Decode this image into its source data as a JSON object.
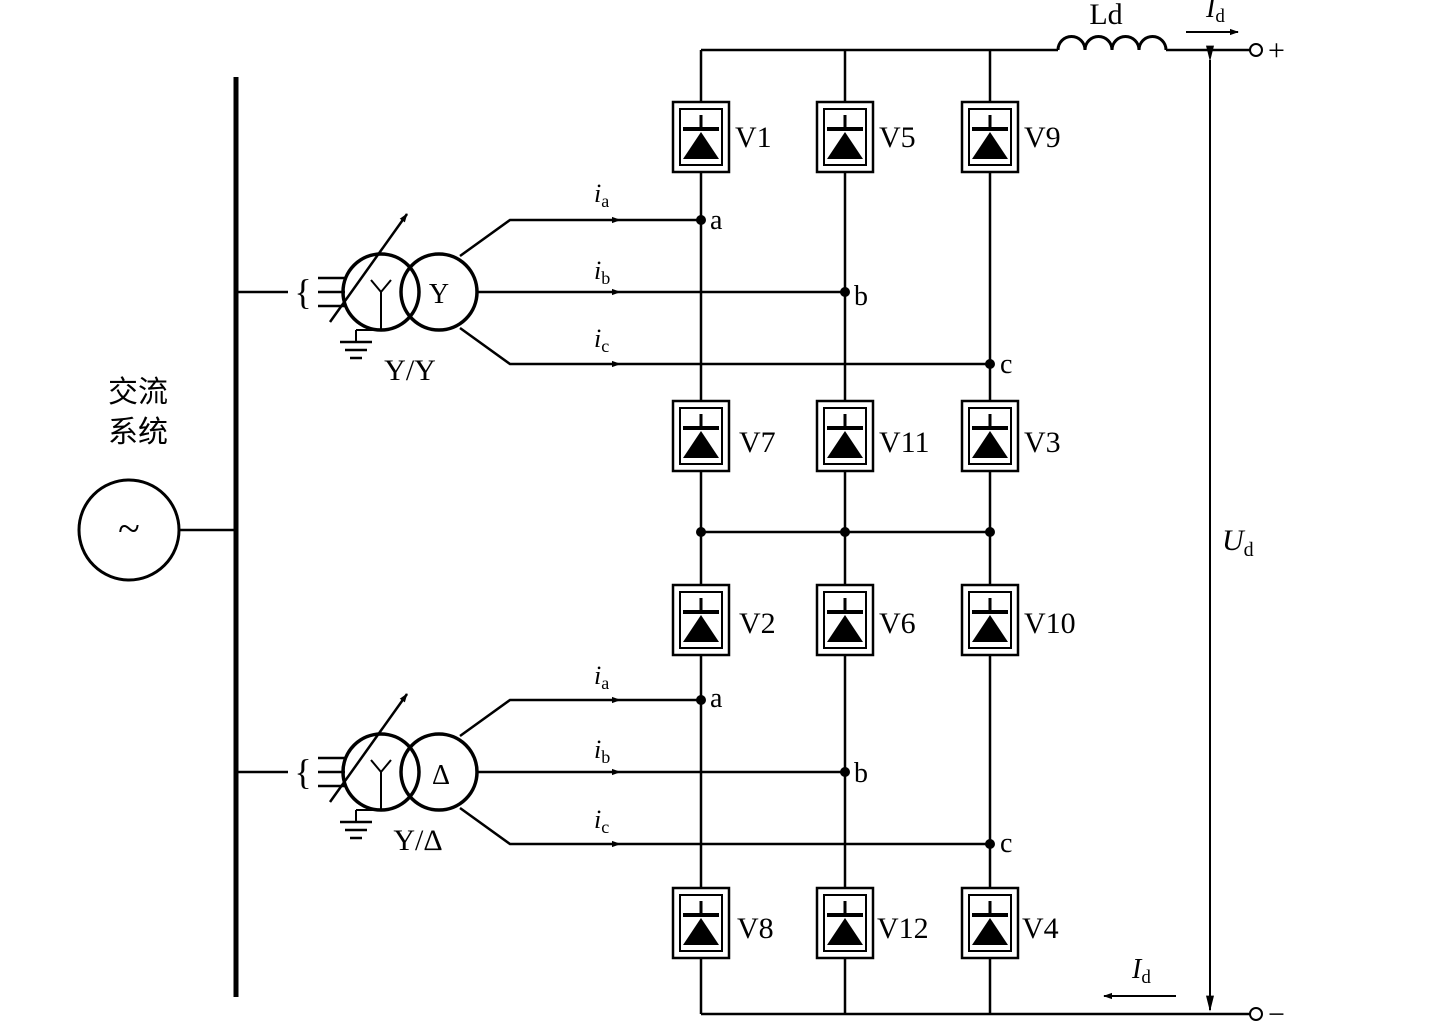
{
  "source": {
    "label_line1": "交流",
    "label_line2": "系统",
    "symbol": "~"
  },
  "transformers": [
    {
      "secondary_symbol": "Y",
      "connection_label": "Y/Y"
    },
    {
      "secondary_symbol": "Δ",
      "connection_label": "Y/Δ"
    }
  ],
  "brace": "{",
  "currents": {
    "upper": [
      {
        "sym": "i",
        "sub": "a"
      },
      {
        "sym": "i",
        "sub": "b"
      },
      {
        "sym": "i",
        "sub": "c"
      }
    ],
    "lower": [
      {
        "sym": "i",
        "sub": "a"
      },
      {
        "sym": "i",
        "sub": "b"
      },
      {
        "sym": "i",
        "sub": "c"
      }
    ]
  },
  "phase_nodes": {
    "upper": [
      "a",
      "b",
      "c"
    ],
    "lower": [
      "a",
      "b",
      "c"
    ]
  },
  "valves": {
    "row1": [
      "V1",
      "V5",
      "V9"
    ],
    "row2": [
      "V7",
      "V11",
      "V3"
    ],
    "row3": [
      "V2",
      "V6",
      "V10"
    ],
    "row4": [
      "V8",
      "V12",
      "V4"
    ]
  },
  "inductor_label": "Ld",
  "dc_current": {
    "sym": "I",
    "sub": "d"
  },
  "dc_voltage": {
    "sym": "U",
    "sub": "d"
  },
  "terminals": {
    "positive": "+",
    "negative": "−"
  }
}
